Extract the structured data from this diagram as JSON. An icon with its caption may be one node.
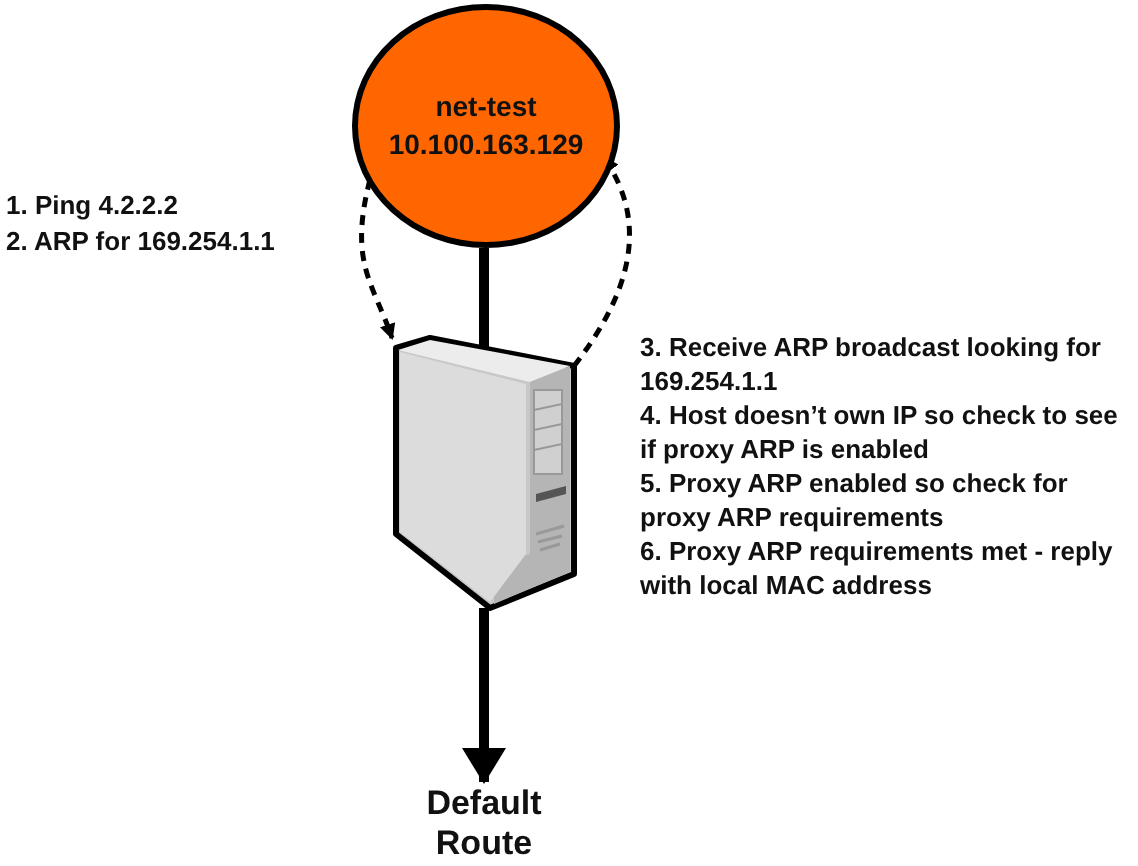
{
  "diagram": {
    "nodes": [
      {
        "text": [
          "net-test",
          "10.100.163.129"
        ]
      },
      {
        "text": [],
        "shape": "picture"
      },
      {
        "text": [
          "Default Route"
        ]
      }
    ],
    "edges": [
      {
        "from": 0,
        "to": 1,
        "arrow": "to",
        "style": "dashed"
      },
      {
        "from": 1,
        "to": 0,
        "arrow": "to",
        "style": "dashed"
      },
      {
        "from": 0,
        "to": 1,
        "arrow": "none",
        "style": "thick"
      },
      {
        "from": 1,
        "to": 2,
        "arrow": "to",
        "style": "thick"
      }
    ],
    "labels": [
      "1. Ping 4.2.2.2",
      "2. ARP for 169.254.1.1",
      "3. Receive ARP broadcast looking for 169.254.1.1",
      "4. Host doesn’t own IP so check to see if proxy ARP is enabled",
      "5. Proxy ARP enabled so check for proxy ARP requirements",
      "6. Proxy ARP requirements met - reply with local MAC address"
    ]
  }
}
